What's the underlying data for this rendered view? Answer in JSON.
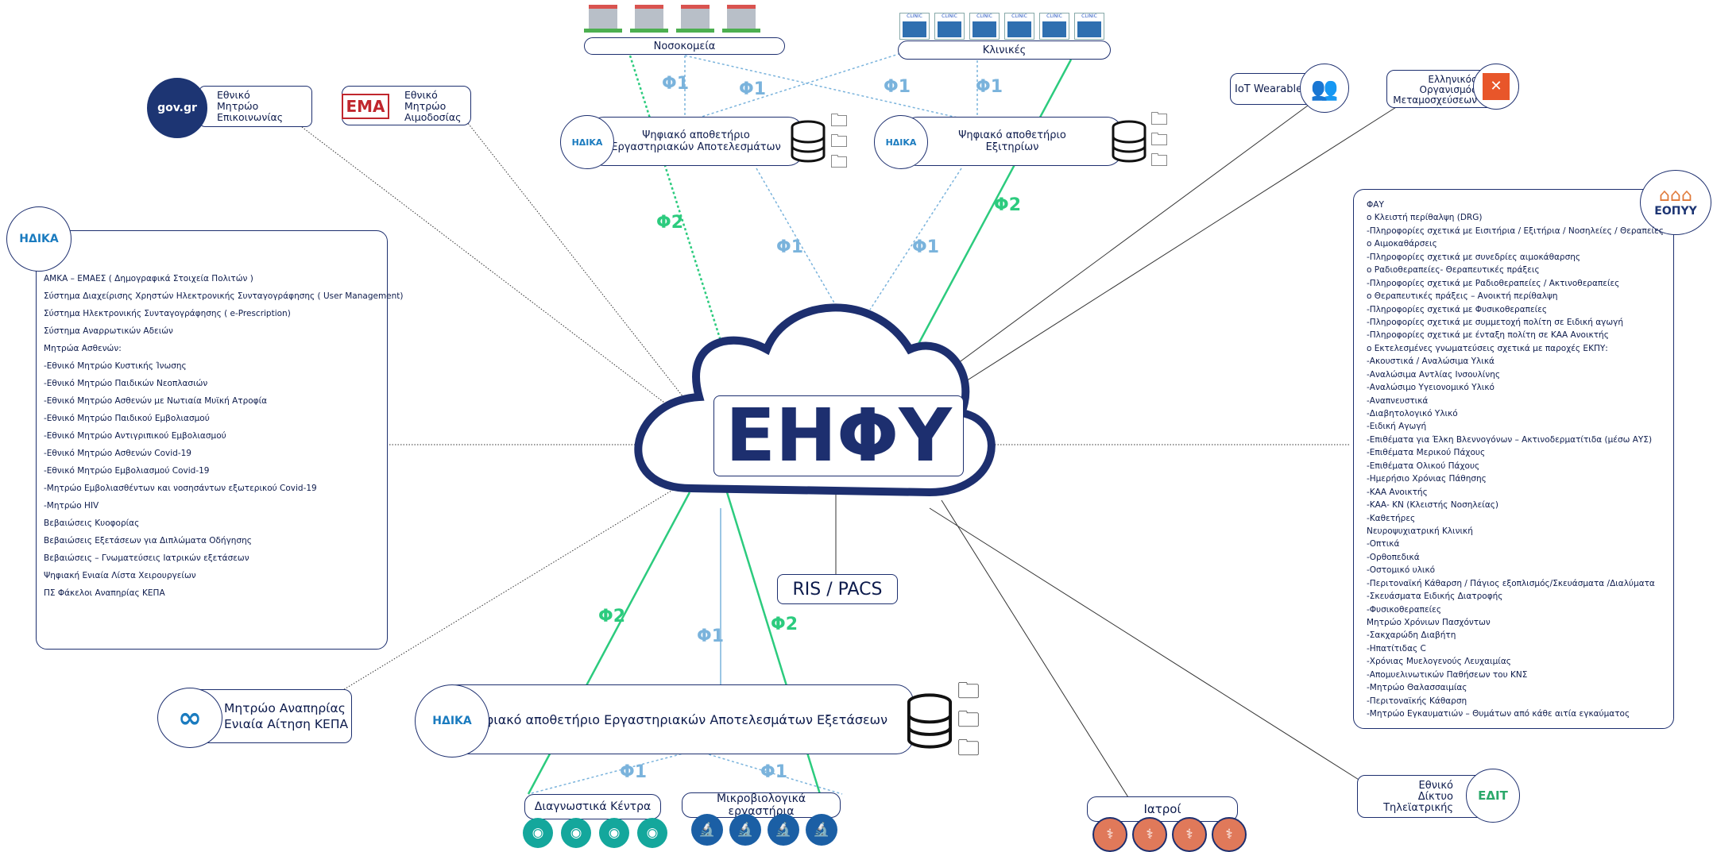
{
  "colors": {
    "navy": "#1d2f6f",
    "phi1": "#7ab3dc",
    "phi2": "#2ccb7e",
    "diag": "#14a79c",
    "micro": "#1b5fa5",
    "doctor": "#e0795a"
  },
  "center": {
    "title": "ΕΗΦΥ"
  },
  "ris": "RIS / PACS",
  "hospitals": "Νοσοκομεία",
  "clinics": "Κλινικές",
  "clinic_badge": "CLINIC",
  "hdika_logo": "ΗΔΙΚΑ",
  "repo_lab_top": {
    "line1": "Ψηφιακό αποθετήριο",
    "line2": "Εργαστηριακών Αποτελεσμάτων"
  },
  "repo_discharges": {
    "line1": "Ψηφιακό αποθετήριο",
    "line2": "Εξιτηρίων"
  },
  "repo_lab_bottom": "Ψηφιακό αποθετήριο Εργαστηριακών Αποτελεσμάτων Εξετάσεων",
  "diag_centers": "Διαγνωστικά Κέντρα",
  "micro_labs": "Μικροβιολογικά εργαστήρια",
  "doctors": "Ιατροί",
  "communication_registry": {
    "logo": "gov.gr",
    "line1": "Εθνικό",
    "line2": "Μητρώο",
    "line3": "Επικοινωνίας"
  },
  "blood_registry": {
    "logo": "ΕΜΑ",
    "line1": "Εθνικό",
    "line2": "Μητρώο",
    "line3": "Αιμοδοσίας"
  },
  "iot": "IoT Wearables",
  "transplant": {
    "line1": "Ελληνικός",
    "line2": "Οργανισμός",
    "line3": "Μεταμοσχεύσεων"
  },
  "telemedicine": {
    "logo": "ΕΔΙΤ",
    "line1": "Εθνικό",
    "line2": "Δίκτυο",
    "line3": "Τηλεϊατρικής"
  },
  "disability": {
    "line1": "Μητρώο Αναπηρίας",
    "line2": "Ενιαία Αίτηση ΚΕΠΑ"
  },
  "eopyy_logo": "ΕΟΠΥΥ",
  "phi_labels": {
    "phi1": "Φ1",
    "phi2": "Φ2"
  },
  "hdika_list": [
    "ΑΜΚΑ – ΕΜΑΕΣ ( Δημογραφικά Στοιχεία Πολιτών )",
    "Σύστημα Διαχείρισης Χρηστών Ηλεκτρονικής Συνταγογράφησης ( User Management)",
    "Σύστημα Ηλεκτρονικής Συνταγογράφησης ( e-Prescription)",
    "Σύστημα Αναρρωτικών Αδειών",
    "Μητρώα Ασθενών:",
    " -Εθνικό Μητρώο Κυστικής Ίνωσης",
    " -Εθνικό Μητρώο Παιδικών Νεοπλασιών",
    " -Εθνικό Μητρώο Ασθενών με Νωτιαία Μυϊκή Ατροφία",
    " -Εθνικό Μητρώο Παιδικού Εμβολιασμού",
    " -Εθνικό Μητρώο Αντιγριπικού Εμβολιασμού",
    " -Εθνικό Μητρώο Ασθενών Covid-19",
    " -Εθνικό Μητρώο Εμβολιασμού Covid-19",
    " -Μητρώο Εμβολιασθέντων και νοσησάντων εξωτερικού Covid-19",
    " -Μητρώο HIV",
    "Βεβαιώσεις Κυοφορίας",
    "Βεβαιώσεις Εξετάσεων για Διπλώματα Οδήγησης",
    "Βεβαιώσεις – Γνωματεύσεις Ιατρικών εξετάσεων",
    "Ψηφιακή Ενιαία Λίστα Χειρουργείων",
    "ΠΣ Φάκελοι Αναπηρίας ΚΕΠΑ"
  ],
  "eopyy_list": [
    "ΦΑΥ",
    "o Κλειστή περίθαλψη (DRG)",
    " -Πληροφορίες σχετικά με Εισιτήρια / Εξιτήρια / Νοσηλείες / Θεραπείες",
    "o Αιμοκαθάρσεις",
    " -Πληροφορίες σχετικά με συνεδρίες αιμοκάθαρσης",
    "o Ραδιοθεραπείες- Θεραπευτικές πράξεις",
    " -Πληροφορίες σχετικά με Ραδιοθεραπείες / Ακτινοθεραπείες",
    "o Θεραπευτικές πράξεις – Ανοικτή περίθαλψη",
    " -Πληροφορίες σχετικά με Φυσικοθεραπείες",
    " -Πληροφορίες σχετικά με  συμμετοχή πολίτη σε Ειδική αγωγή",
    " -Πληροφορίες σχετικά με ένταξη πολίτη σε ΚΑΑ Ανοικτής",
    "o Εκτελεσμένες γνωματεύσεις σχετικά με παροχές ΕΚΠΥ:",
    " -Ακουστικά / Αναλώσιμα Υλικά",
    " -Αναλώσιμα Αντλίας Ινσουλίνης",
    " -Αναλώσιμο Υγειονομικό Υλικό",
    " -Αναπνευστικά",
    " -Διαβητολογικό Υλικό",
    " -Ειδική Αγωγή",
    " -Επιθέματα για Έλκη Βλεννογόνων – Ακτινοδερματίτιδα (μέσω ΑΥΣ)",
    " -Επιθέματα Μερικού Πάχους",
    " -Επιθέματα Ολικού Πάχους",
    " -Ημερήσιο Χρόνιας Πάθησης",
    " -ΚΑΑ Ανοικτής",
    " -ΚΑΑ- ΚΝ (Κλειστής Νοσηλείας)",
    " -Καθετήρες",
    " Νευροψυχιατρική Κλινική",
    " -Οπτικά",
    " -Ορθοπεδικά",
    " -Οστομικό υλικό",
    " -Περιτοναϊκή Κάθαρση / Πάγιος εξοπλισμός/Σκευάσματα /Διαλύματα",
    " -Σκευάσματα Ειδικής Διατροφής",
    " -Φυσικοθεραπείες",
    "Μητρώο Χρόνιων Πασχόντων",
    " -Σακχαρώδη Διαβήτη",
    " -Ηπατίτιδας C",
    " -Χρόνιας Μυελογενούς Λευχαιμίας",
    " -Απομυελινωτικών Παθήσεων του ΚΝΣ",
    " -Μητρώο Θαλασσαιμίας",
    " -Περιτοναϊκής Κάθαρση",
    " -Μητρώο Εγκαυματιών – Θυμάτων από κάθε αιτία εγκαύματος"
  ]
}
